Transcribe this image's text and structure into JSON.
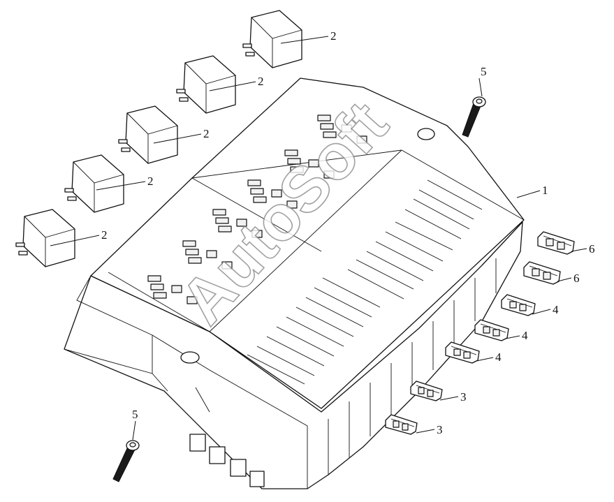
{
  "watermark": "AutoSoft",
  "colors": {
    "line": "#111111",
    "watermark_stroke": "#8a8a8a",
    "background": "#ffffff"
  },
  "callouts": {
    "housing": "1",
    "relay": "2",
    "fuse_small": "3",
    "fuse_medium": "4",
    "screw": "5",
    "fuse_large": "6"
  }
}
